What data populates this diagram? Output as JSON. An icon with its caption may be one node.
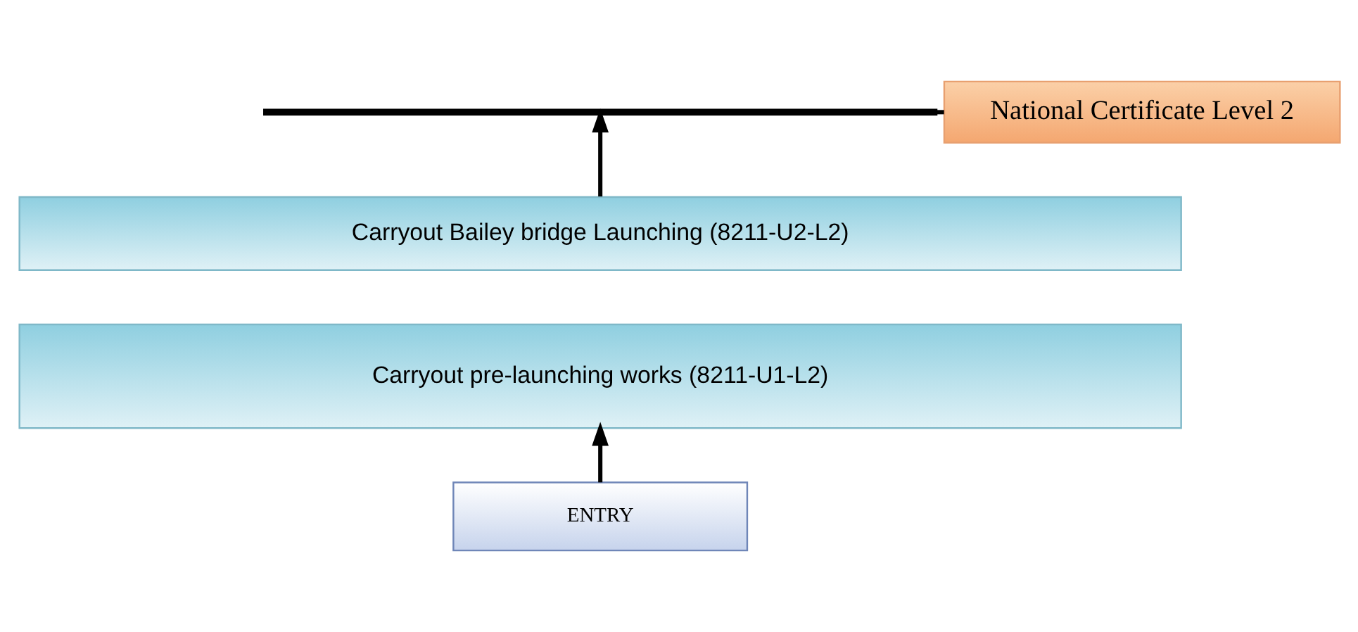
{
  "diagram": {
    "nodes": [
      {
        "text": [
          "National Certificate Level 2"
        ]
      },
      {
        "text": [],
        "shape": "bar"
      },
      {
        "text": [
          "Carryout Bailey bridge Launching (8211-U2-L2)"
        ]
      },
      {
        "text": [
          "Carryout pre-launching works (8211-U1-L2)"
        ]
      },
      {
        "text": [
          "ENTRY"
        ]
      }
    ],
    "edges": [
      {
        "from": 2,
        "to": 1,
        "arrow": "to"
      },
      {
        "from": 1,
        "to": 0,
        "arrow": "none"
      },
      {
        "from": 4,
        "to": 3,
        "arrow": "to"
      }
    ]
  }
}
